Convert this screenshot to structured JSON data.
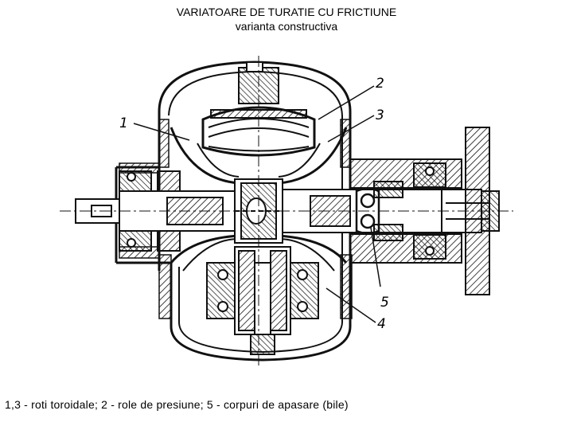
{
  "header": {
    "title": "VARIATOARE DE TURATIE CU FRICTIUNE",
    "subtitle": "varianta constructiva"
  },
  "labels": {
    "l1": "1",
    "l2": "2",
    "l3": "3",
    "l4": "4",
    "l5": "5"
  },
  "caption": "1,3 - roti toroidale; 2 - role de presiune; 5 - corpuri de apasare (bile)"
}
